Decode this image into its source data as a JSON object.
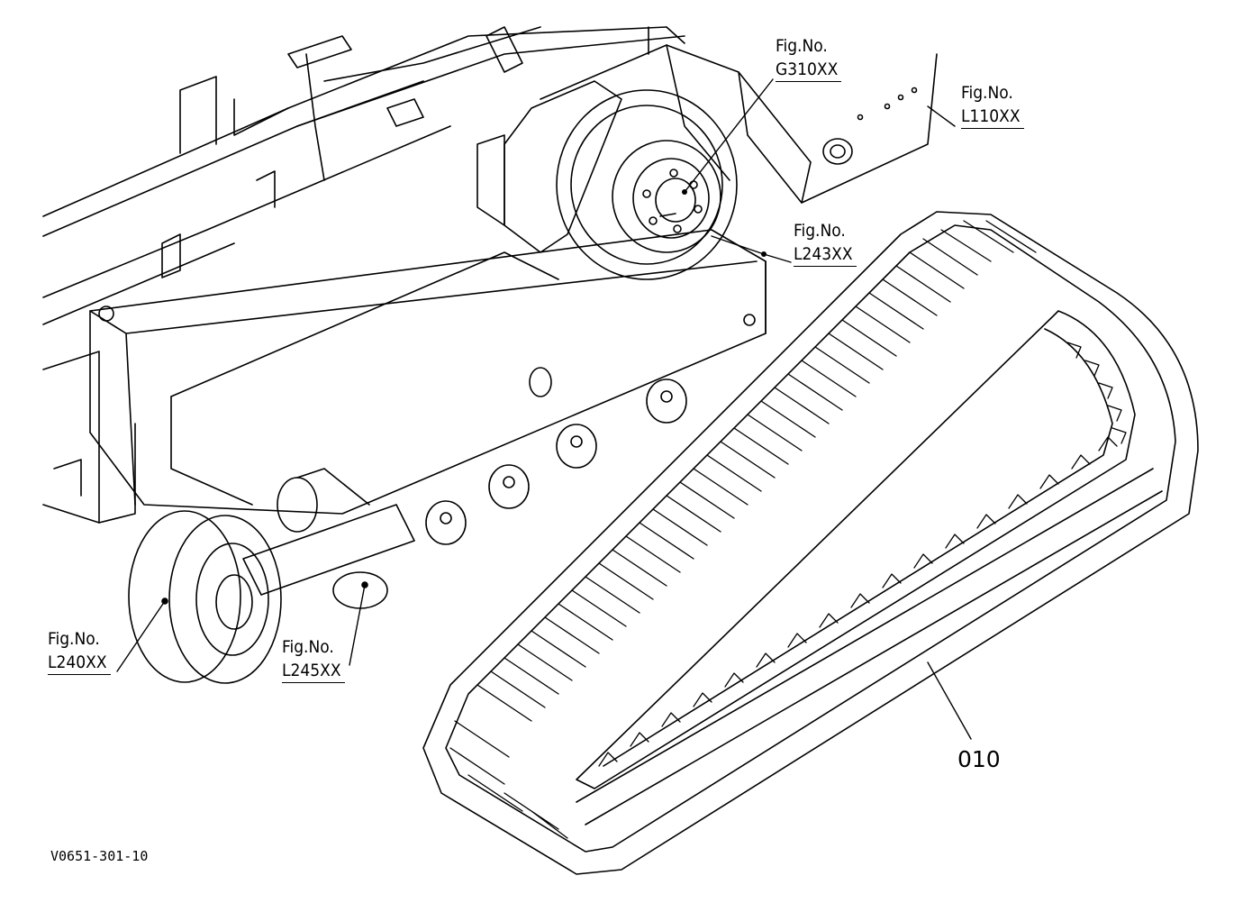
{
  "callouts": {
    "g310": {
      "line1": "Fig.No.",
      "line2": "G310XX"
    },
    "l110": {
      "line1": "Fig.No.",
      "line2": "L110XX"
    },
    "l243": {
      "line1": "Fig.No.",
      "line2": "L243XX"
    },
    "l240": {
      "line1": "Fig.No.",
      "line2": "L240XX"
    },
    "l245": {
      "line1": "Fig.No.",
      "line2": "L245XX"
    }
  },
  "part_number": "010",
  "drawing_number": "V0651-301-10",
  "colors": {
    "ink": "#000000",
    "paper": "#ffffff"
  }
}
